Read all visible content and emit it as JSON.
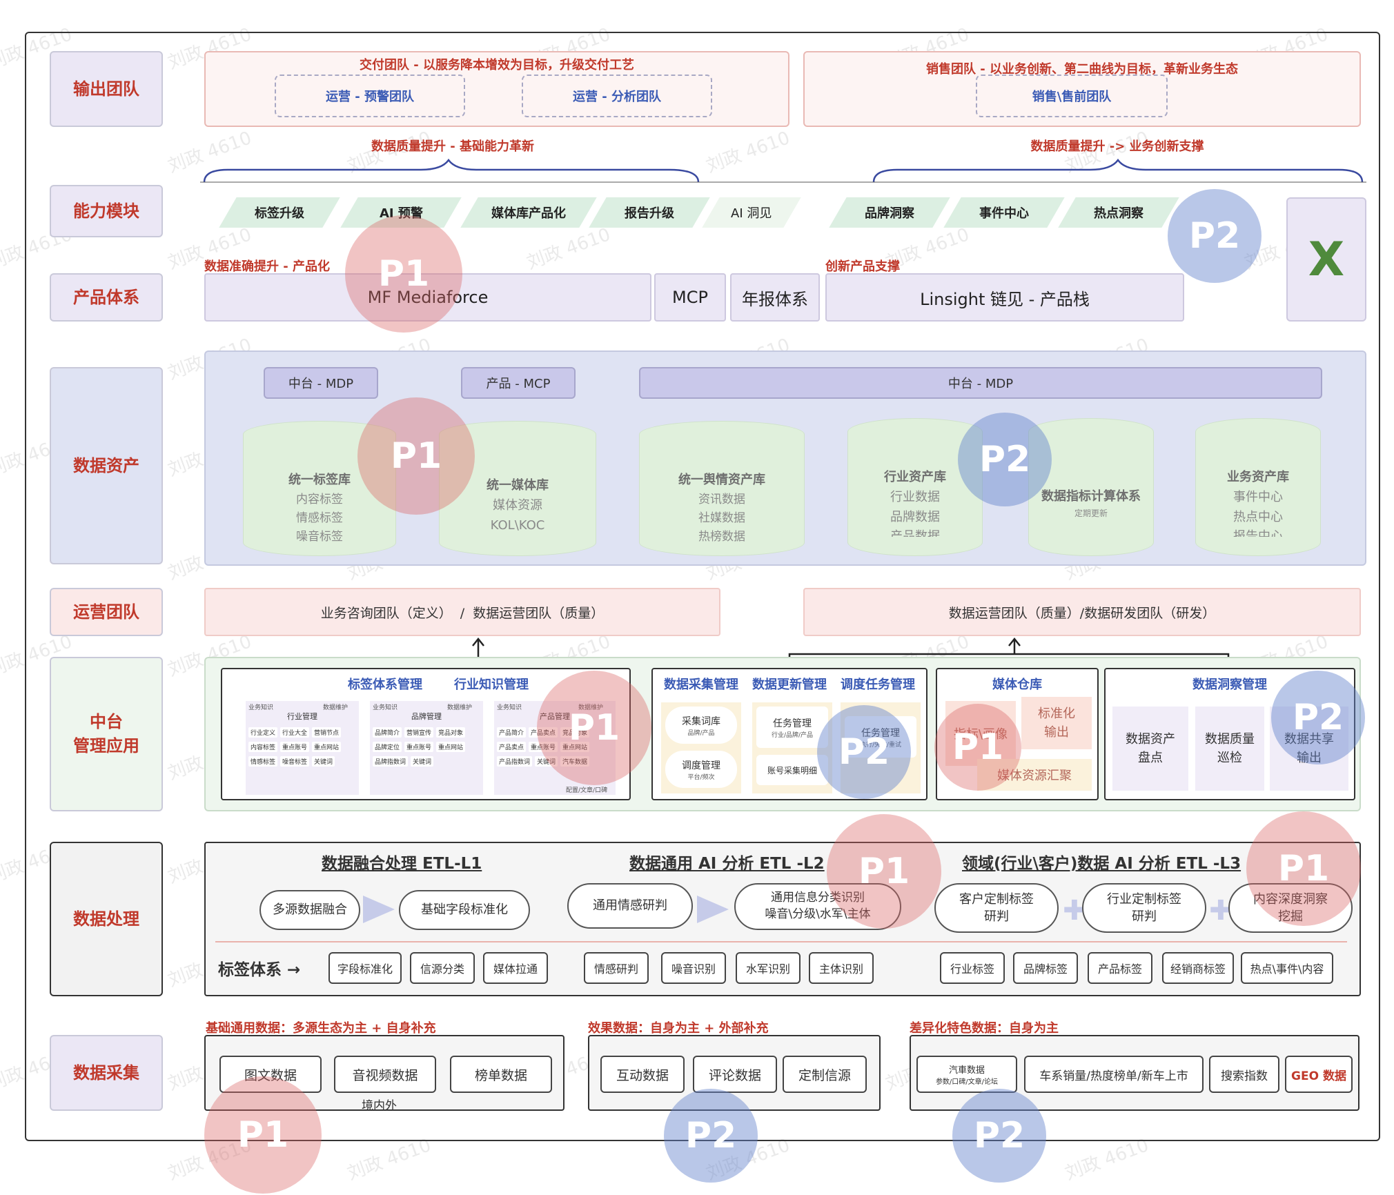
{
  "rows": {
    "output": "输出团队",
    "capability": "能力模块",
    "product": "产品体系",
    "asset": "数据资产",
    "ops": "运营团队",
    "mid_line1": "中台",
    "mid_line2": "管理应用",
    "processing": "数据处理",
    "collect": "数据采集"
  },
  "output": {
    "delivery_title": "交付团队 - 以服务降本增效为目标，升级交付工艺",
    "delivery_teams": [
      "运营 - 预警团队",
      "运营 - 分析团队"
    ],
    "sales_title": "销售团队 - 以业务创新、第二曲线为目标，革新业务生态",
    "sales_team": "销售\\售前团队"
  },
  "brace": {
    "left": "数据质量提升 - 基础能力革新",
    "right": "数据质量提升 -> 业务创新支撑"
  },
  "capability_items": [
    "标签升级",
    "AI 预警",
    "媒体库产品化",
    "报告升级",
    "AI 洞见",
    "品牌洞察",
    "事件中心",
    "热点洞察"
  ],
  "x_mark": "X",
  "product": {
    "left_title": "数据准确提升 - 产品化",
    "right_title": "创新产品支撑",
    "mf": "MF Mediaforce",
    "mcp": "MCP",
    "annual": "年报体系",
    "linsight": "Linsight 链见 - 产品栈"
  },
  "asset": {
    "pills": [
      "中台 - MDP",
      "产品 - MCP",
      "中台 - MDP"
    ],
    "cylinders": [
      {
        "title": "统一标签库",
        "lines": [
          "内容标签",
          "情感标签",
          "噪音标签"
        ]
      },
      {
        "title": "统一媒体库",
        "lines": [
          "媒体资源",
          "KOL\\KOC"
        ]
      },
      {
        "title": "统一舆情资产库",
        "lines": [
          "资讯数据",
          "社媒数据",
          "热榜数据"
        ]
      },
      {
        "title": "行业资产库",
        "lines": [
          "行业数据",
          "品牌数据",
          "产品数据"
        ]
      },
      {
        "title": "数据指标计算体系",
        "lines": [
          "定期更新"
        ]
      },
      {
        "title": "业务资产库",
        "lines": [
          "事件中心",
          "热点中心",
          "报告中心"
        ]
      }
    ]
  },
  "ops": {
    "left": "业务咨询团队（定义）  /  数据运营团队（质量）",
    "right": "数据运营团队（质量）/数据研发团队（研发）"
  },
  "mid": {
    "g1_titles": [
      "标签体系管理",
      "行业知识管理"
    ],
    "g1_panels": [
      {
        "h1": "业务知识",
        "h2": "数据维护",
        "title": "行业管理",
        "tags": [
          "行业定义",
          "行业大全",
          "营销节点",
          "内容标签",
          "重点账号",
          "重点网站",
          "情感标签",
          "噪音标签",
          "关键词"
        ]
      },
      {
        "h1": "业务知识",
        "h2": "数据维护",
        "title": "品牌管理",
        "tags": [
          "品牌简介",
          "营销宣传",
          "竞品对象",
          "品牌定位",
          "重点账号",
          "重点网站",
          "品牌指数词",
          "关键词"
        ]
      },
      {
        "h1": "业务知识",
        "h2": "数据维护",
        "title": "产品管理",
        "tags": [
          "产品简介",
          "产品卖点",
          "竞品对象",
          "产品卖点",
          "重点账号",
          "重点网站",
          "产品指数词",
          "关键词",
          "汽车数据"
        ],
        "note": "配置/文章/口碑"
      }
    ],
    "g2_titles": [
      "数据采集管理",
      "数据更新管理",
      "调度任务管理"
    ],
    "g2_items": [
      {
        "title": "采集词库",
        "sub": "品牌/产品"
      },
      {
        "title": "调度管理",
        "sub": "平台/频次"
      },
      {
        "title": "任务管理",
        "sub": "行业/品牌/产品"
      },
      {
        "title": "账号采集明细",
        "sub": ""
      },
      {
        "title": "任务管理",
        "sub": "执行/失败/重试"
      }
    ],
    "g3_title": "媒体仓库",
    "g3_items": [
      "指标\\画像",
      "标准化输出",
      "媒体资源汇聚"
    ],
    "g4_title": "数据洞察管理",
    "g4_items": [
      "数据资产盘点",
      "数据质量巡检",
      "数据共享输出"
    ]
  },
  "processing": {
    "titles": [
      "数据融合处理 ETL-L1",
      "数据通用 AI 分析 ETL -L2",
      "领域(行业\\客户)数据 AI 分析 ETL -L3"
    ],
    "ovals": [
      "多源数据融合",
      "基础字段标准化",
      "通用情感研判",
      "通用信息分类识别\n噪音\\分级\\水军\\主体",
      "客户定制标签\n研判",
      "行业定制标签\n研判",
      "内容深度洞察\n挖掘"
    ],
    "tag_label": "标签体系 →",
    "tags": [
      "字段标准化",
      "信源分类",
      "媒体拉通",
      "情感研判",
      "噪音识别",
      "水军识别",
      "主体识别",
      "行业标签",
      "品牌标签",
      "产品标签",
      "经销商标签",
      "热点\\事件\\内容"
    ]
  },
  "collect": {
    "titles": [
      "基础通用数据：多源生态为主 + 自身补充",
      "效果数据：自身为主 + 外部补充",
      "差异化特色数据：自身为主"
    ],
    "g1": [
      "图文数据",
      "音视频数据",
      "榜单数据"
    ],
    "g1_note": "境内外",
    "g2": [
      "互动数据",
      "评论数据",
      "定制信源"
    ],
    "g3_first_title": "汽車数据",
    "g3_first_sub": "参数/口碑/文章/论坛",
    "g3": [
      "车系销量/热度榜单/新车上市",
      "搜索指数",
      "GEO 数据"
    ]
  },
  "priority": {
    "p1": "P1",
    "p2": "P2"
  },
  "watermark": "刘政 4610",
  "colors": {
    "label_red": "#c0392b",
    "blue_text": "#3b5bb5",
    "p1": "#db6464",
    "p2": "#6482cd"
  }
}
